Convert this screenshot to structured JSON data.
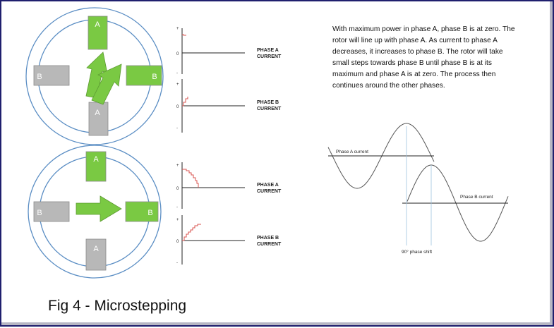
{
  "labels": {
    "pole_a": "A",
    "pole_b": "B"
  },
  "axis": {
    "plus": "+",
    "zero": "0",
    "minus": "-"
  },
  "phase_current_labels": {
    "top_a": [
      "PHASE A",
      "CURRENT"
    ],
    "top_b": [
      "PHASE B",
      "CURRENT"
    ],
    "bottom_a": [
      "PHASE A",
      "CURRENT"
    ],
    "bottom_b": [
      "PHASE B",
      "CURRENT"
    ]
  },
  "description": "With maximum power in phase A, phase B is at zero. The rotor will line up with phase A. As current to phase A decreases, it increases to phase B. The rotor will take small steps towards phase B until phase B is at its maximum and phase A is at zero. The process then continues around the other phases.",
  "sine_diagram": {
    "phase_a_label": "Phase A current",
    "phase_b_label": "Phase B current",
    "shift_label": "90° phase shift"
  },
  "caption": "Fig 4 - Microstepping",
  "colors": {
    "pole_green": "#7ac943",
    "pole_gray": "#b8b8b8",
    "ring_blue": "#5b8ec4",
    "trace_red": "#d9534f",
    "frame_navy": "#1f1f6e"
  }
}
